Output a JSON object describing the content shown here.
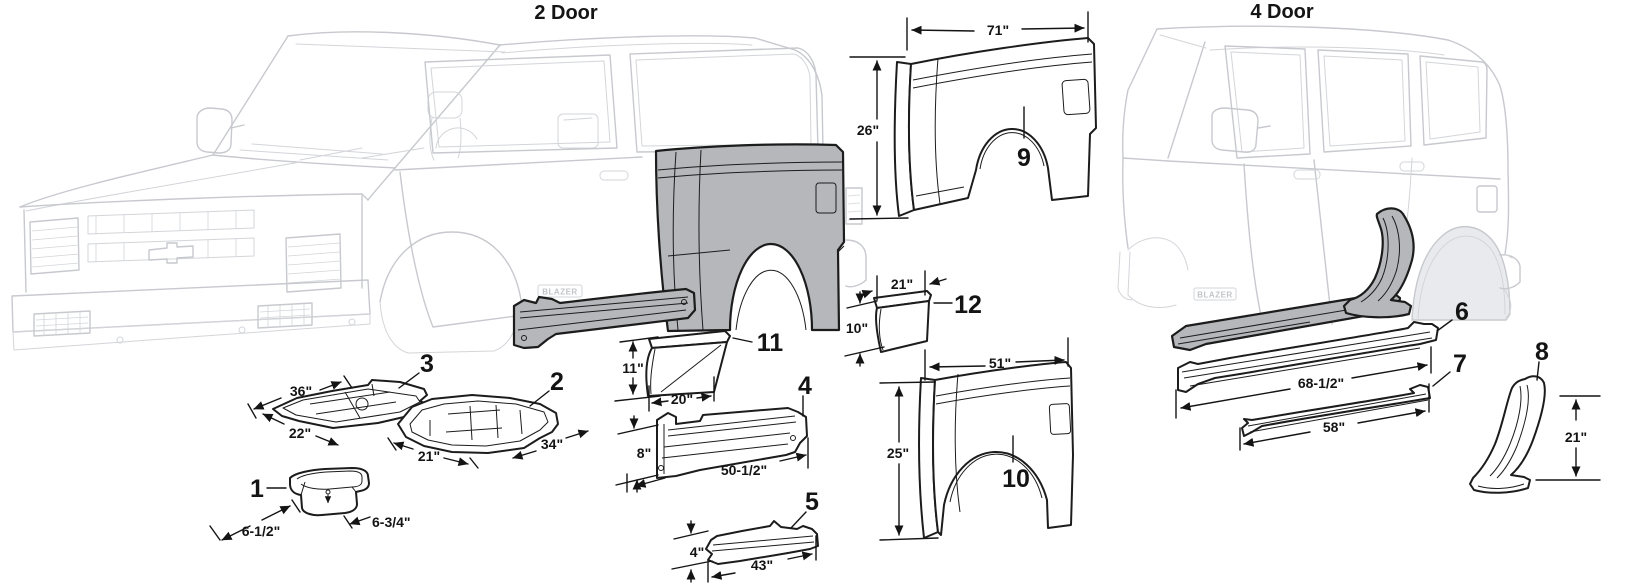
{
  "diagram": {
    "left_title": "2 Door",
    "right_title": "4 Door",
    "badge": "BLAZER"
  },
  "parts": {
    "p1": {
      "label": "1",
      "dims": [
        "6-1/2\"",
        "6-3/4\""
      ]
    },
    "p2": {
      "label": "2",
      "dims": [
        "21\"",
        "34\""
      ]
    },
    "p3": {
      "label": "3",
      "dims": [
        "36\"",
        "22\""
      ]
    },
    "p4": {
      "label": "4",
      "dims": [
        "8\"",
        "50-1/2\""
      ]
    },
    "p5": {
      "label": "5",
      "dims": [
        "4\"",
        "43\""
      ]
    },
    "p6": {
      "label": "6",
      "dims": [
        "68-1/2\""
      ]
    },
    "p7": {
      "label": "7",
      "dims": [
        "58\""
      ]
    },
    "p8": {
      "label": "8",
      "dims": [
        "21\""
      ]
    },
    "p9": {
      "label": "9",
      "dims": [
        "71\"",
        "26\""
      ]
    },
    "p10": {
      "label": "10",
      "dims": [
        "51\"",
        "25\""
      ]
    },
    "p11": {
      "label": "11",
      "dims": [
        "11\"",
        "20\""
      ]
    },
    "p12": {
      "label": "12",
      "dims": [
        "21\"",
        "10\""
      ]
    }
  },
  "colors": {
    "line_art": "#c7c9ce",
    "highlight_fill": "#b5b7bb",
    "ink": "#141414",
    "arch_fill": "#e9eaed"
  }
}
